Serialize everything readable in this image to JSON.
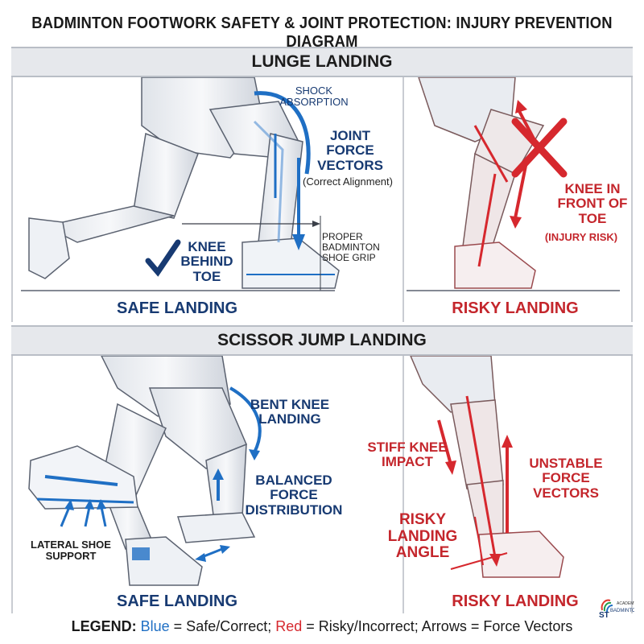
{
  "title": "BADMINTON FOOTWORK SAFETY & JOINT PROTECTION: INJURY PREVENTION DIAGRAM",
  "sections": {
    "lunge": {
      "header": "LUNGE LANDING",
      "safe": {
        "shock": "SHOCK ABSORPTION",
        "joint_force": "JOINT FORCE VECTORS",
        "correct": "(Correct Alignment)",
        "proper_grip": "PROPER BADMINTON SHOE GRIP",
        "knee_behind": "KNEE BEHIND TOE",
        "caption": "SAFE LANDING"
      },
      "risky": {
        "knee_front": "KNEE IN FRONT OF TOE",
        "injury_risk": "(INJURY RISK)",
        "caption": "RISKY LANDING"
      }
    },
    "scissor": {
      "header": "SCISSOR JUMP LANDING",
      "safe": {
        "bent_knee": "BENT KNEE LANDING",
        "balanced": "BALANCED FORCE DISTRIBUTION",
        "lateral": "LATERAL SHOE SUPPORT",
        "caption": "SAFE LANDING"
      },
      "risky": {
        "stiff_knee": "STIFF KNEE IMPACT",
        "unstable": "UNSTABLE FORCE VECTORS",
        "risky_angle": "RISKY LANDING ANGLE",
        "caption": "RISKY LANDING"
      }
    }
  },
  "legend": {
    "label": "LEGEND:",
    "blue_word": "Blue",
    "blue_text": " = Safe/Correct; ",
    "red_word": "Red",
    "red_text": " = Risky/Incorrect; Arrows = Force Vectors"
  },
  "logo": {
    "text_top": "ACADEMY",
    "text_main": "ST",
    "text_sub": "BADMINTON"
  },
  "colors": {
    "safe_blue": "#1f6fc4",
    "label_blue": "#173a72",
    "risk_red": "#d6282e",
    "band_gray": "#e6e8ec"
  }
}
